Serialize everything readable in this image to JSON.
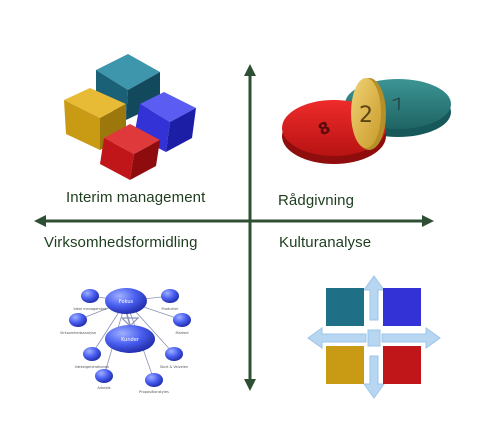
{
  "quadrants": {
    "top_left": {
      "label": "Interim management",
      "icon": "stacked-cubes-icon"
    },
    "top_right": {
      "label": "Rådgivning",
      "icon": "numbered-disks-icon"
    },
    "bottom_left": {
      "label": "Virksomhedsformidling",
      "icon": "network-diagram-icon"
    },
    "bottom_right": {
      "label": "Kulturanalyse",
      "icon": "color-grid-cross-icon"
    }
  },
  "disks": {
    "labels": [
      "8",
      "2",
      "7"
    ]
  },
  "network": {
    "hub": "Fokus",
    "center": "Kunder",
    "satellites": [
      "Ideal management",
      "Produkter",
      "Virksomhedsanalyse",
      "Marked",
      "Vækstgenerationen",
      "Stort & Velvelen",
      "Arbejds",
      "Propositionstyles"
    ]
  },
  "colors": {
    "axis": "#2f4f35",
    "label_text": "#1e3d1e",
    "teal": "#1f6f86",
    "blue": "#3232d6",
    "gold": "#c99a14",
    "red": "#c0161a",
    "disk_red": "#d11a1a",
    "disk_teal": "#2d7f7f",
    "disk_gold": "#d8b43a",
    "node_blue": "#3a4fe0",
    "arrow_light_blue": "#b6d6f2"
  }
}
